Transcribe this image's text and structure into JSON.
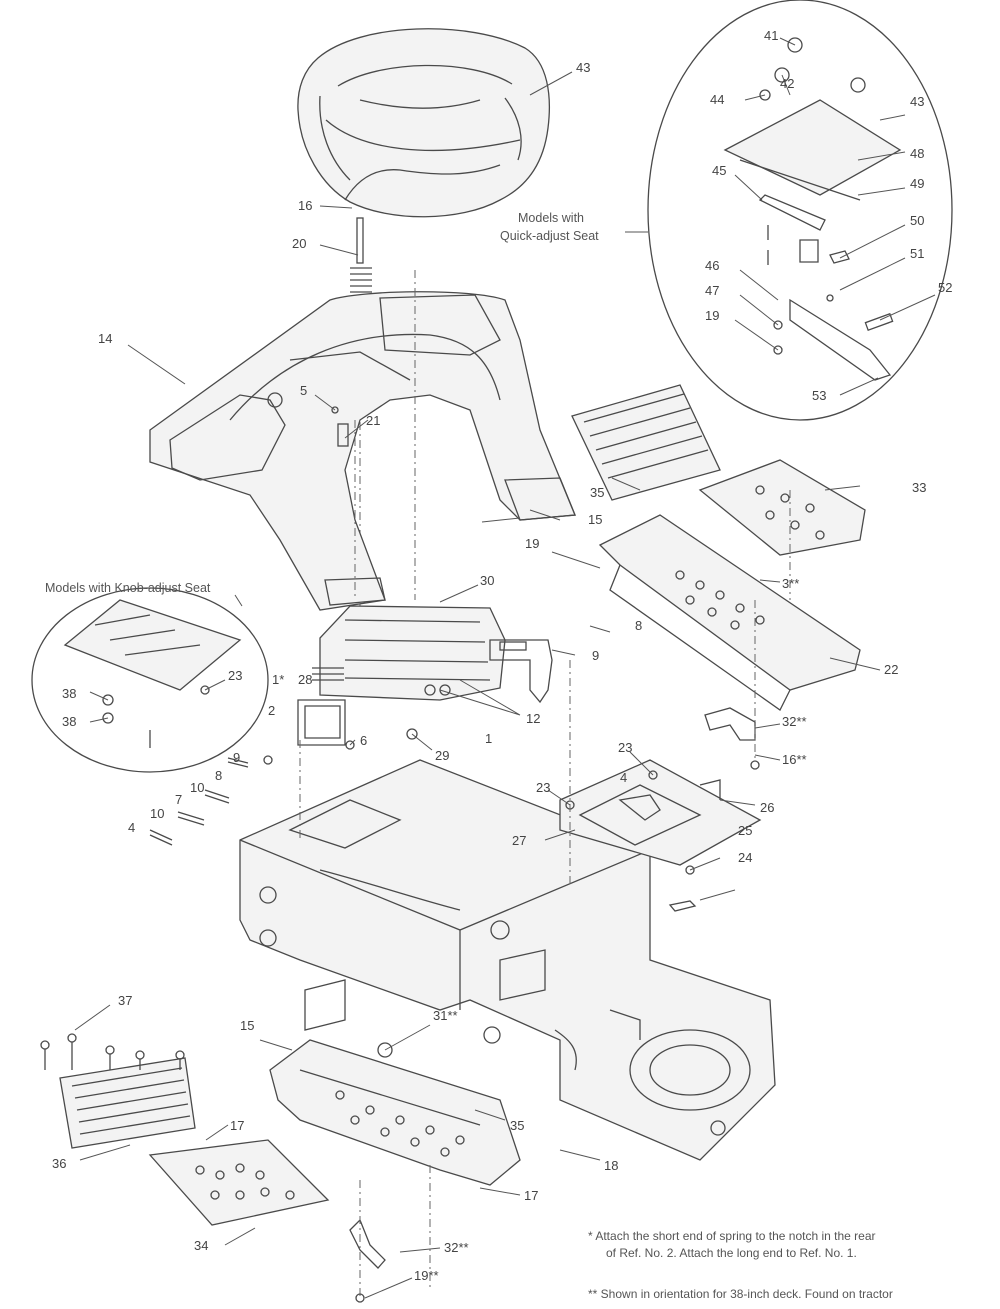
{
  "labels": {
    "l43a": "43",
    "l16a": "16",
    "l20": "20",
    "l14": "14",
    "l5": "5",
    "l21": "21",
    "l15a": "15",
    "l19a": "19",
    "l30": "30",
    "l9a": "9",
    "l8a": "8",
    "l12": "12",
    "l1": "1",
    "l1b": "1*",
    "l28": "28",
    "l2": "2",
    "l6": "6",
    "l29": "29",
    "l9b": "9",
    "l8b": "8",
    "l10a": "10",
    "l7": "7",
    "l10b": "10",
    "l4a": "4",
    "l38a": "38",
    "l38b": "38",
    "l23a": "23",
    "l35a": "35",
    "l33": "33",
    "l3": "3**",
    "l22": "22",
    "l32a": "32**",
    "l16b": "16**",
    "l23b": "23",
    "l4b": "4",
    "l23c": "23",
    "l26": "26",
    "l27": "27",
    "l25": "25",
    "l24": "24",
    "l41": "41",
    "l42": "42",
    "l44": "44",
    "l43b": "43",
    "l48": "48",
    "l45": "45",
    "l49": "49",
    "l50": "50",
    "l51": "51",
    "l46": "46",
    "l47": "47",
    "l19b": "19",
    "l52": "52",
    "l53": "53",
    "l37": "37",
    "l15b": "15",
    "l31": "31**",
    "l35b": "35",
    "l17a": "17",
    "l36": "36",
    "l18": "18",
    "l32b": "32**",
    "l34": "34",
    "l19c": "19**",
    "l17b": "17"
  },
  "captions": {
    "quick_adjust_line1": "Models with",
    "quick_adjust_line2": "Quick-adjust Seat",
    "knob_adjust": "Models with Knob-adjust Seat"
  },
  "notes": {
    "note1_line1": "*  Attach the short end of spring to the notch in the rear",
    "note1_line2": "of Ref. No. 2. Attach the long end to Ref. No. 1.",
    "note2_line1": "** Shown in orientation for 38-inch deck. Found on tractor"
  },
  "colors": {
    "line": "#4a4a4a",
    "text": "#444444",
    "background": "#ffffff"
  }
}
